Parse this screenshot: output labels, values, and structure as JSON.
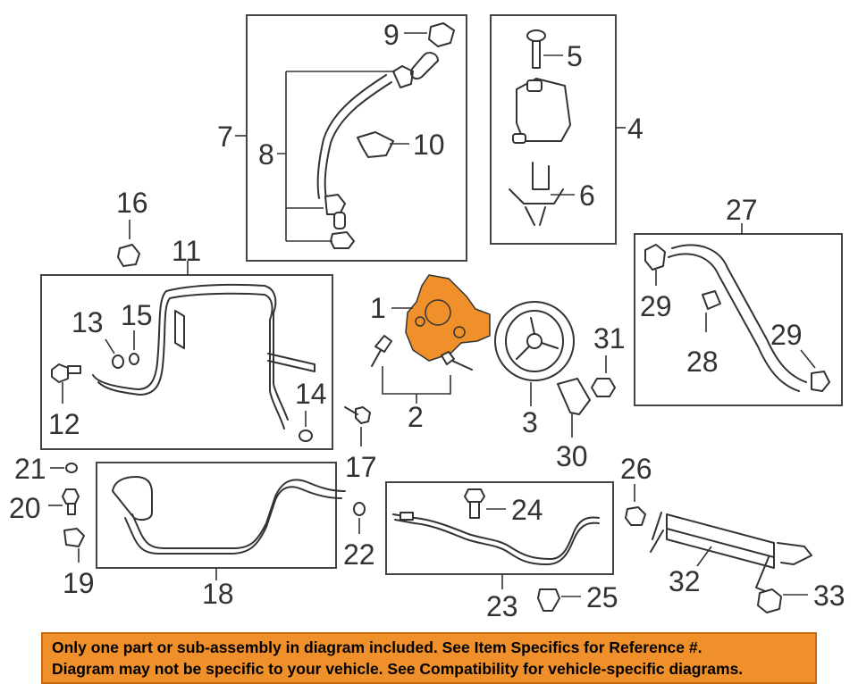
{
  "callouts": {
    "c1": "1",
    "c2": "2",
    "c3": "3",
    "c4": "4",
    "c5": "5",
    "c6": "6",
    "c7": "7",
    "c8": "8",
    "c9": "9",
    "c10": "10",
    "c11": "11",
    "c12": "12",
    "c13": "13",
    "c14": "14",
    "c15": "15",
    "c16": "16",
    "c17": "17",
    "c18": "18",
    "c19": "19",
    "c20": "20",
    "c21": "21",
    "c22": "22",
    "c23": "23",
    "c24": "24",
    "c25": "25",
    "c26": "26",
    "c27": "27",
    "c28": "28",
    "c29a": "29",
    "c29b": "29",
    "c30": "30",
    "c31": "31",
    "c32": "32",
    "c33": "33"
  },
  "highlight_color": "#f0902a",
  "banner": {
    "line1": "Only one part or sub-assembly in diagram included. See Item Specifics for Reference #.",
    "line2": "Diagram may not be specific to your vehicle. See Compatibility for vehicle-specific diagrams."
  }
}
